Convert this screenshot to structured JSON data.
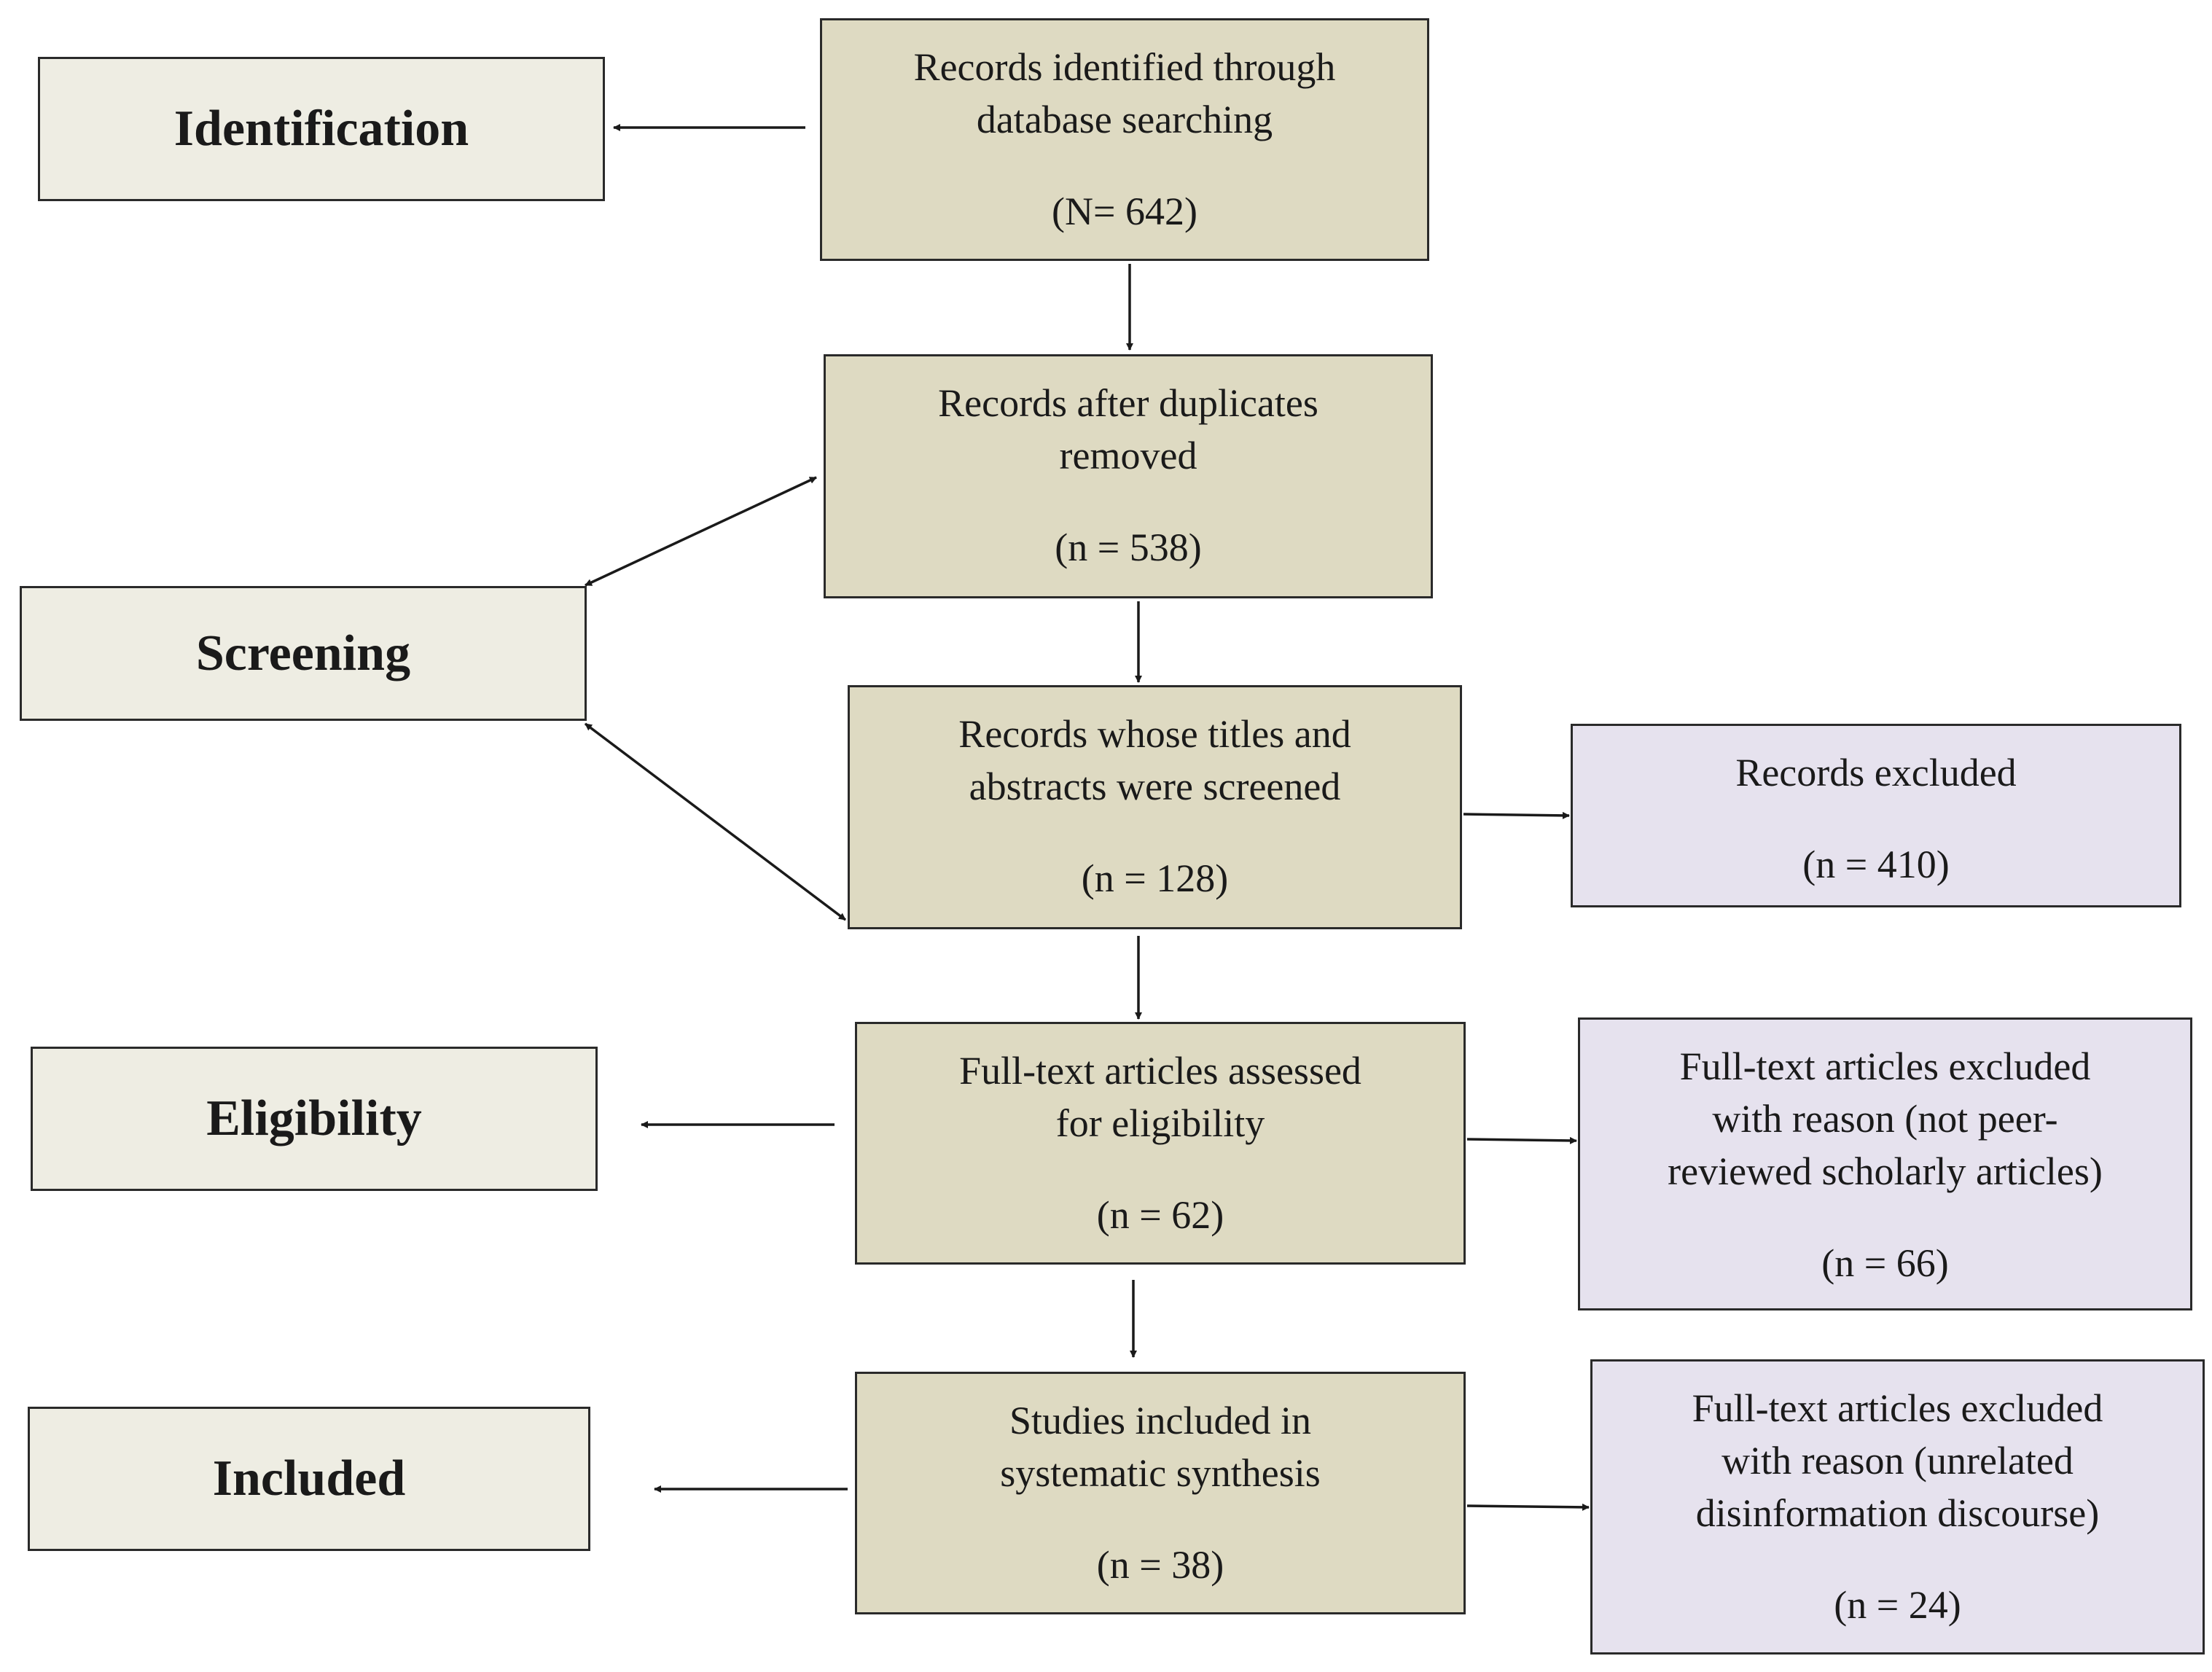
{
  "stages": {
    "identification": "Identification",
    "screening": "Screening",
    "eligibility": "Eligibility",
    "included": "Included"
  },
  "flow": {
    "identified": {
      "text": [
        "Records identified through",
        "database searching"
      ],
      "count": "(N= 642)"
    },
    "deduplicated": {
      "text": [
        "Records after duplicates",
        "removed"
      ],
      "count": "(n = 538)"
    },
    "screened": {
      "text": [
        "Records whose titles and",
        "abstracts were screened"
      ],
      "count": "(n = 128)"
    },
    "assessed": {
      "text": [
        "Full-text articles assessed",
        "for eligibility"
      ],
      "count": "(n = 62)"
    },
    "included": {
      "text": [
        "Studies included in",
        "systematic synthesis"
      ],
      "count": "(n = 38)"
    }
  },
  "exclusions": {
    "records": {
      "text": [
        "Records excluded"
      ],
      "count": "(n = 410)"
    },
    "not_peer_reviewed": {
      "text": [
        "Full-text articles excluded",
        "with reason (not peer-",
        "reviewed scholarly articles)"
      ],
      "count": "(n = 66)"
    },
    "unrelated": {
      "text": [
        "Full-text articles excluded",
        "with reason (unrelated",
        "disinformation discourse)"
      ],
      "count": "(n = 24)"
    }
  },
  "colors": {
    "stage_fill": "#eeede3",
    "flow_fill": "#dedac2",
    "exclusion_fill": "#e6e2ee",
    "stroke": "#1a1a1a"
  }
}
